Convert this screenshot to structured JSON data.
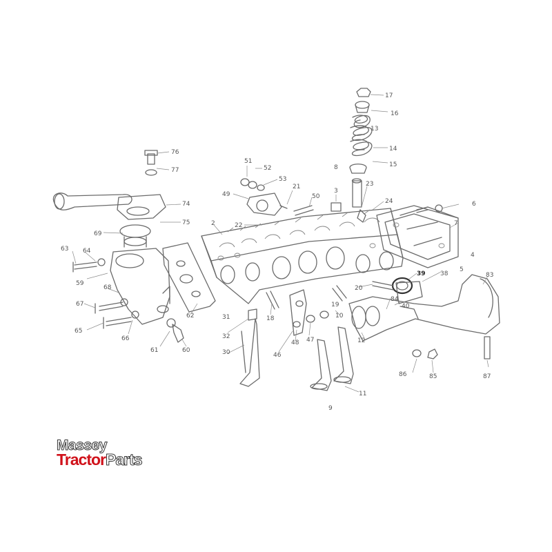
{
  "labels": [
    {
      "id": "p17",
      "text": "17"
    },
    {
      "id": "p16",
      "text": "16"
    },
    {
      "id": "p13",
      "text": "13"
    },
    {
      "id": "p14",
      "text": "14"
    },
    {
      "id": "p15",
      "text": "15"
    },
    {
      "id": "p8",
      "text": "8"
    },
    {
      "id": "p76",
      "text": "76"
    },
    {
      "id": "p77",
      "text": "77"
    },
    {
      "id": "p51",
      "text": "51"
    },
    {
      "id": "p52",
      "text": "52"
    },
    {
      "id": "p53",
      "text": "53"
    },
    {
      "id": "p21",
      "text": "21"
    },
    {
      "id": "p3",
      "text": "3"
    },
    {
      "id": "p23",
      "text": "23"
    },
    {
      "id": "p49",
      "text": "49"
    },
    {
      "id": "p50",
      "text": "50"
    },
    {
      "id": "p24",
      "text": "24"
    },
    {
      "id": "p6",
      "text": "6"
    },
    {
      "id": "p74",
      "text": "74"
    },
    {
      "id": "p75",
      "text": "75"
    },
    {
      "id": "p2",
      "text": "2"
    },
    {
      "id": "p22",
      "text": "22"
    },
    {
      "id": "p7",
      "text": "7"
    },
    {
      "id": "p69",
      "text": "69"
    },
    {
      "id": "p63",
      "text": "63"
    },
    {
      "id": "p64",
      "text": "64"
    },
    {
      "id": "p4",
      "text": "4"
    },
    {
      "id": "p5",
      "text": "5"
    },
    {
      "id": "p59",
      "text": "59"
    },
    {
      "id": "p68",
      "text": "68"
    },
    {
      "id": "p39",
      "text": "39"
    },
    {
      "id": "p38",
      "text": "38"
    },
    {
      "id": "p83",
      "text": "83"
    },
    {
      "id": "p20",
      "text": "20"
    },
    {
      "id": "p84",
      "text": "84"
    },
    {
      "id": "p40",
      "text": "40"
    },
    {
      "id": "p67",
      "text": "67"
    },
    {
      "id": "p19",
      "text": "19"
    },
    {
      "id": "p62",
      "text": "62"
    },
    {
      "id": "p31",
      "text": "31"
    },
    {
      "id": "p18",
      "text": "18"
    },
    {
      "id": "p10",
      "text": "10"
    },
    {
      "id": "p65",
      "text": "65"
    },
    {
      "id": "p66",
      "text": "66"
    },
    {
      "id": "p32",
      "text": "32"
    },
    {
      "id": "p47",
      "text": "47"
    },
    {
      "id": "p48",
      "text": "48"
    },
    {
      "id": "p12",
      "text": "12"
    },
    {
      "id": "p61",
      "text": "61"
    },
    {
      "id": "p60",
      "text": "60"
    },
    {
      "id": "p30",
      "text": "30"
    },
    {
      "id": "p46",
      "text": "46"
    },
    {
      "id": "p87",
      "text": "87"
    },
    {
      "id": "p86",
      "text": "86"
    },
    {
      "id": "p85",
      "text": "85"
    },
    {
      "id": "p11",
      "text": "11"
    },
    {
      "id": "p9",
      "text": "9"
    }
  ],
  "logo": {
    "line1": "Massey",
    "line2_red": "Tractor",
    "line2_outline": "Parts",
    "color_red": "#d0111a"
  }
}
